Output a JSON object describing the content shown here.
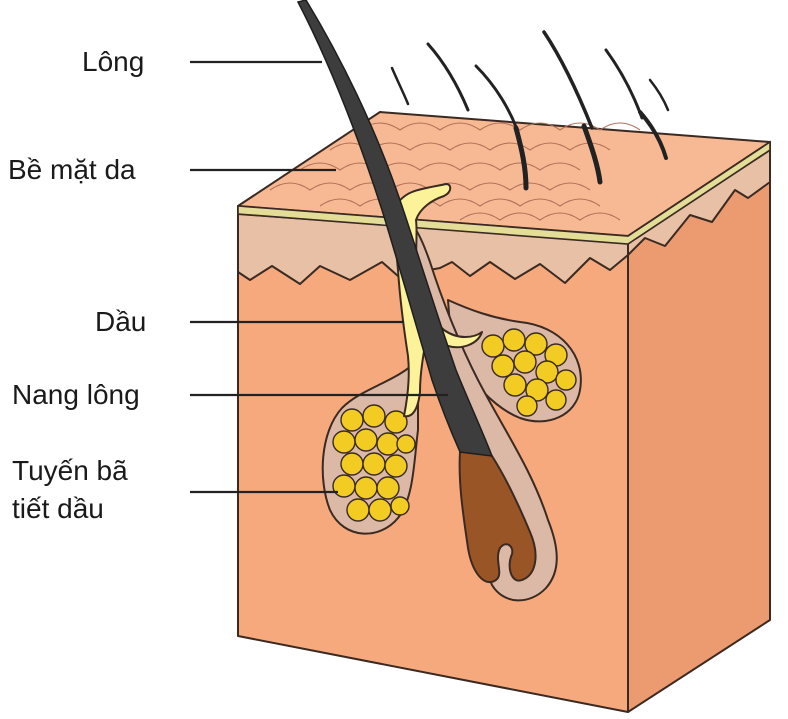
{
  "labels": {
    "hair": "Lông",
    "skin_surface": "Bề mặt da",
    "oil": "Dầu",
    "follicle": "Nang lông",
    "gland_line1": "Tuyến bã",
    "gland_line2": "tiết dầu"
  },
  "colors": {
    "skin_body": "#f6a97d",
    "skin_top": "#f7b993",
    "dermis_band": "#e8c0a6",
    "surface_line": "#e4dd97",
    "hair": "#3d3d3d",
    "sebum": "#fbf29a",
    "gland_cells": "#f2cc22",
    "follicle_wall": "#dcb9a6",
    "hair_bulb": "#9a5526",
    "outline": "#3a2a22"
  }
}
